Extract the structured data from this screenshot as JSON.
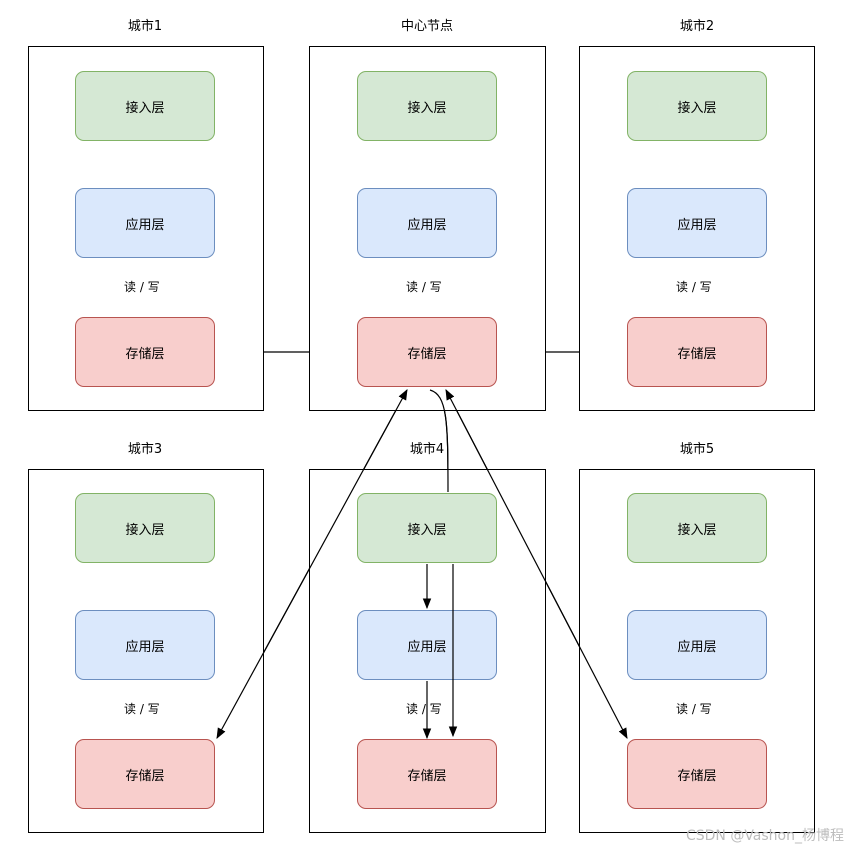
{
  "labels": {
    "access": "接入层",
    "app": "应用层",
    "storage": "存储层",
    "rw": "读 / 写"
  },
  "clusters": [
    {
      "title": "城市1"
    },
    {
      "title": "中心节点"
    },
    {
      "title": "城市2"
    },
    {
      "title": "城市3"
    },
    {
      "title": "城市4"
    },
    {
      "title": "城市5"
    }
  ],
  "watermark": "CSDN @Vashon_杨博程"
}
